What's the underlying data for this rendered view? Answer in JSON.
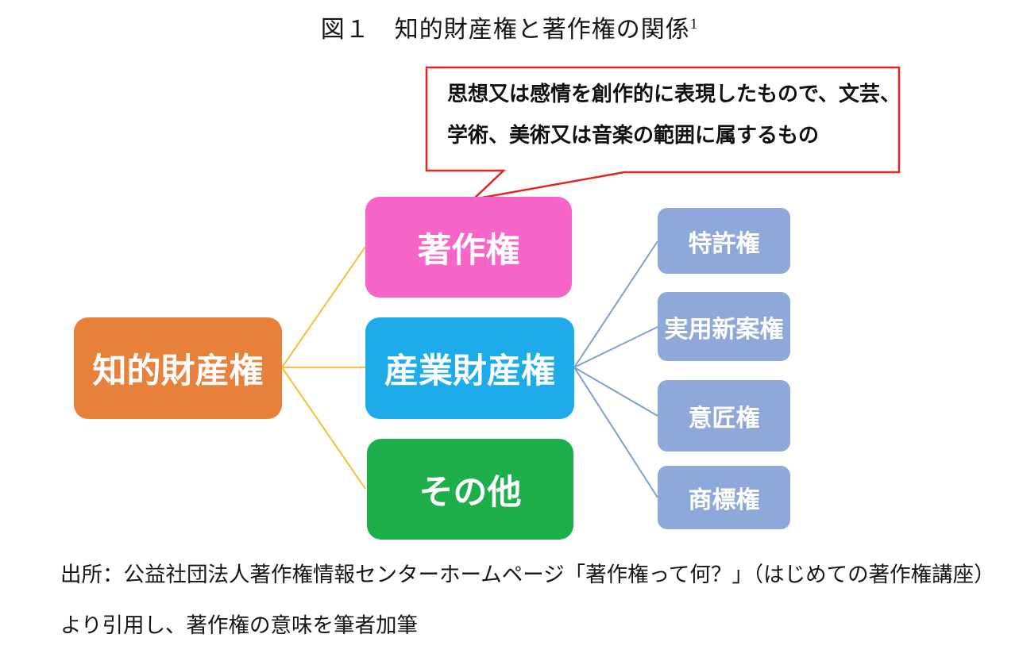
{
  "title": {
    "text": "図１　知的財産権と著作権の関係",
    "footnote_marker": "1"
  },
  "callout": {
    "line1": "思想又は感情を創作的に表現したもので、文芸、",
    "line2": "学術、美術又は音楽の範囲に属するもの",
    "border_color": "#e02620",
    "text_color": "#111111"
  },
  "diagram": {
    "root": {
      "label": "知的財産権",
      "color": "#e8813c"
    },
    "branches": [
      {
        "label": "著作権",
        "color": "#f765c8"
      },
      {
        "label": "産業財産権",
        "color": "#1dace9"
      },
      {
        "label": "その他",
        "color": "#1fae4c"
      }
    ],
    "leaves": [
      {
        "label": "特許権"
      },
      {
        "label": "実用新案権"
      },
      {
        "label": "意匠権"
      },
      {
        "label": "商標権"
      }
    ],
    "leaf_color": "#8fa8da",
    "connector_left_color": "#f5c34a",
    "connector_right_color": "#7f9fd2"
  },
  "caption": {
    "line1": "出所：公益社団法人著作権情報センターホームページ「著作権って何？」（はじめての著作権講座）",
    "line2": "より引用し、著作権の意味を筆者加筆"
  }
}
